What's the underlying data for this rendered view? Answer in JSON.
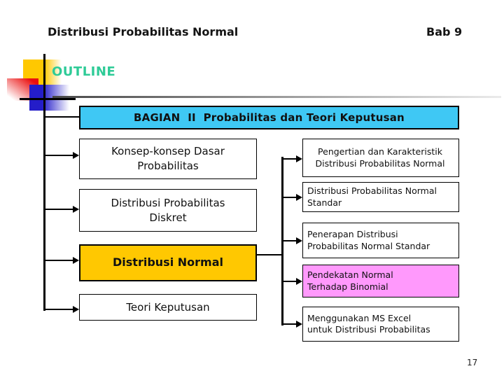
{
  "header": {
    "title": "Distribusi Probabilitas Normal",
    "chapter": "Bab 9"
  },
  "outline_label": "OUTLINE",
  "diagram": {
    "root_label": "BAGIAN  II  Probabilitas dan Teori Keputusan",
    "left_items": [
      {
        "label": "Konsep-konsep Dasar\nProbabilitas",
        "highlighted": false
      },
      {
        "label": "Distribusi Probabilitas\nDiskret",
        "highlighted": false
      },
      {
        "label": "Distribusi Normal",
        "highlighted": true
      },
      {
        "label": "Teori Keputusan",
        "highlighted": false
      }
    ],
    "right_items": [
      {
        "label": "Pengertian dan Karakteristik\nDistribusi Probabilitas Normal",
        "highlighted": false
      },
      {
        "label": "Distribusi Probabilitas Normal\nStandar",
        "highlighted": false
      },
      {
        "label": "Penerapan Distribusi\nProbabilitas Normal Standar",
        "highlighted": false
      },
      {
        "label": "Pendekatan Normal\nTerhadap Binomial",
        "highlighted": true
      },
      {
        "label": "Menggunakan MS Excel\nuntuk Distribusi Probabilitas",
        "highlighted": false
      }
    ]
  },
  "page_number": "17",
  "colors": {
    "root_box_fill": "#3FC8F4",
    "highlight_yellow": "#FFC801",
    "highlight_pink": "#FF99FC",
    "outline_text": "#2FCB97",
    "text": "#111111",
    "line": "#000000"
  }
}
